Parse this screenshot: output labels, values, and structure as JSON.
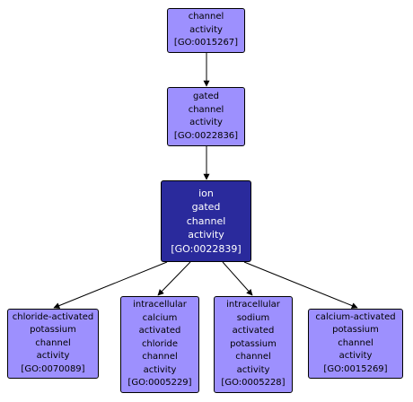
{
  "nodes": {
    "channel_activity": {
      "lines": [
        "channel",
        "activity",
        "[GO:0015267]"
      ]
    },
    "gated_channel_activity": {
      "lines": [
        "gated",
        "channel",
        "activity",
        "[GO:0022836]"
      ]
    },
    "ion_gated_channel_activity": {
      "lines": [
        "ion",
        "gated",
        "channel",
        "activity",
        "[GO:0022839]"
      ]
    },
    "chloride_activated": {
      "lines": [
        "chloride-activated",
        "potassium",
        "channel",
        "activity",
        "[GO:0070089]"
      ]
    },
    "intracellular_calcium": {
      "lines": [
        "intracellular",
        "calcium",
        "activated",
        "chloride",
        "channel",
        "activity",
        "[GO:0005229]"
      ]
    },
    "intracellular_sodium": {
      "lines": [
        "intracellular",
        "sodium",
        "activated",
        "potassium",
        "channel",
        "activity",
        "[GO:0005228]"
      ]
    },
    "calcium_activated": {
      "lines": [
        "calcium-activated",
        "potassium",
        "channel",
        "activity",
        "[GO:0015269]"
      ]
    }
  },
  "colors": {
    "node_fill": "#9d90fe",
    "focus_fill": "#2a2a9c",
    "focus_text": "#ffffff",
    "edge": "#000000"
  }
}
